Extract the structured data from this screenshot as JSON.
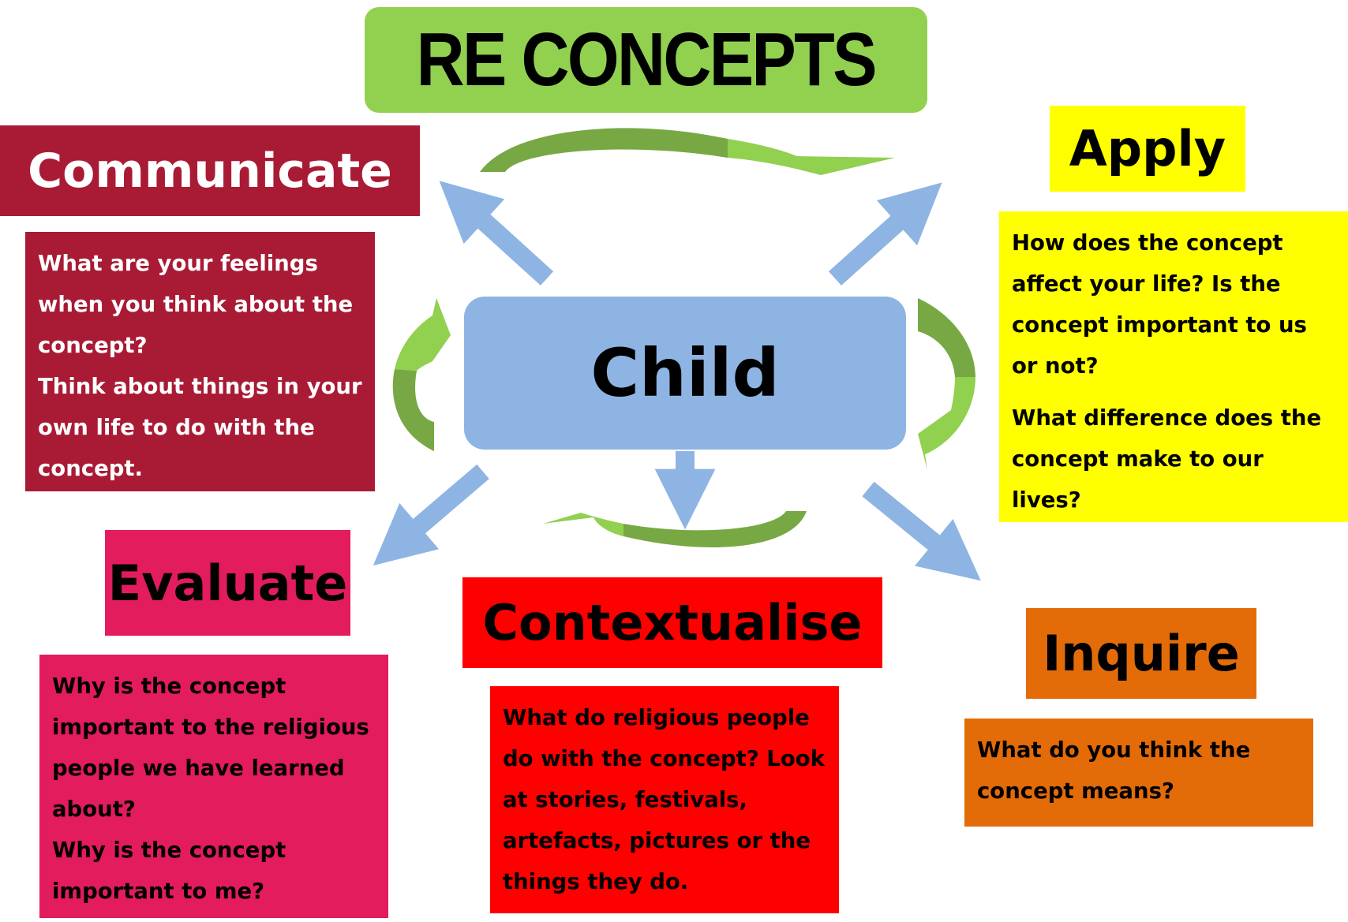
{
  "title": "RE CONCEPTS",
  "center": "Child",
  "colors": {
    "title_bg": "#92d050",
    "center_bg": "#8eb4e3",
    "communicate": "#a91b35",
    "apply": "#ffff00",
    "evaluate": "#e31c5e",
    "contextualise": "#ff0000",
    "inquire": "#e36c09",
    "arrow_blue": "#8eb4e3",
    "arrow_green_dark": "#77a844",
    "arrow_green_light": "#92d050"
  },
  "communicate": {
    "label": "Communicate",
    "lines": [
      "What are your feelings when you think about the concept?",
      "Think about things in your own life to do with the concept."
    ]
  },
  "apply": {
    "label": "Apply",
    "lines": [
      "How does the concept affect your life? Is the concept important to us or not?",
      "What difference does the concept make to our lives?"
    ]
  },
  "evaluate": {
    "label": "Evaluate",
    "lines": [
      "Why is the concept important to the religious people we have learned about?",
      "Why is the concept important to me?"
    ]
  },
  "contextualise": {
    "label": "Contextualise",
    "lines": [
      "What do religious people do with the concept? Look at stories, festivals, artefacts, pictures or the things they do."
    ]
  },
  "inquire": {
    "label": "Inquire",
    "lines": [
      "What do you think the concept means?"
    ]
  }
}
